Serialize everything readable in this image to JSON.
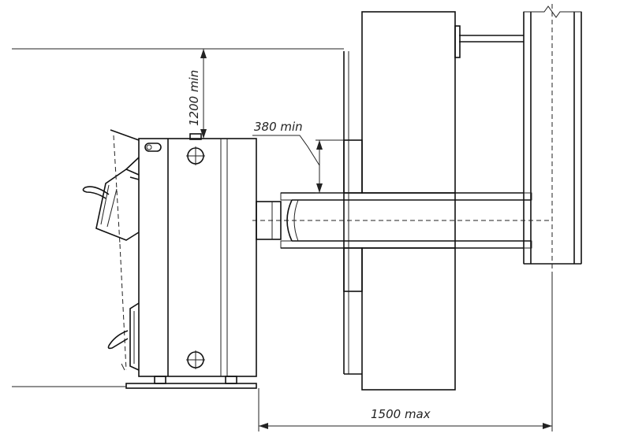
{
  "dimensions": {
    "height_min": "1200 min",
    "offset_min": "380 min",
    "length_max": "1500 max"
  }
}
